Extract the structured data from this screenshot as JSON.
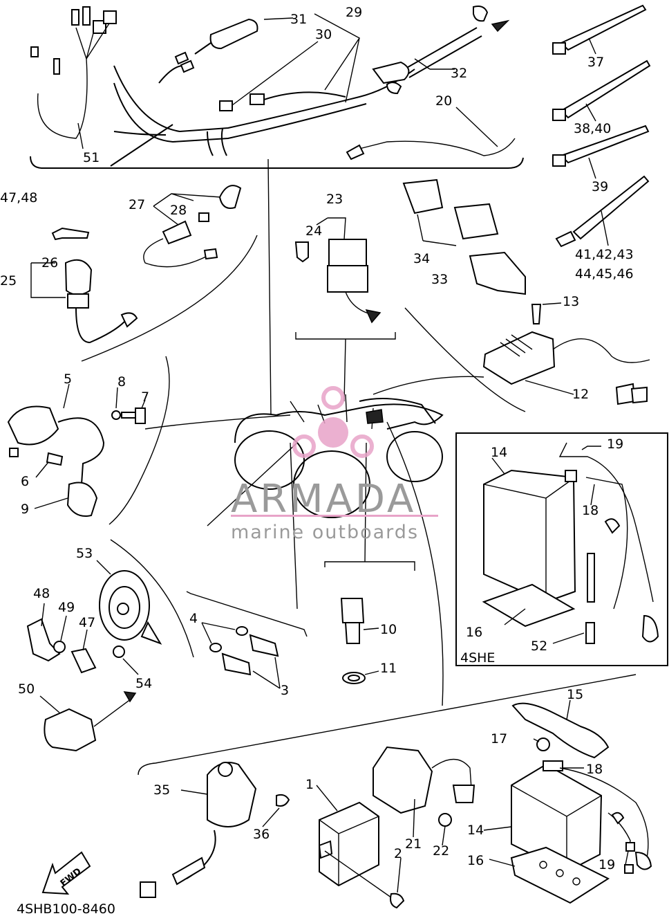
{
  "watermark": {
    "brand": "ARMADA",
    "tagline": "marine outboards",
    "accent": "#e8a3c8"
  },
  "labels": {
    "p1": "1",
    "p2": "2",
    "p3": "3",
    "p4": "4",
    "p5": "5",
    "p6": "6",
    "p7": "7",
    "p8": "8",
    "p9": "9",
    "p10": "10",
    "p11": "11",
    "p12": "12",
    "p13": "13",
    "p14a": "14",
    "p14b": "14",
    "p15": "15",
    "p16a": "16",
    "p16b": "16",
    "p17": "17",
    "p18a": "18",
    "p18b": "18",
    "p19a": "19",
    "p19b": "19",
    "p20": "20",
    "p21": "21",
    "p22": "22",
    "p23": "23",
    "p24": "24",
    "p25": "25",
    "p26": "26",
    "p27": "27",
    "p28": "28",
    "p29": "29",
    "p30": "30",
    "p31": "31",
    "p32": "32",
    "p33": "33",
    "p34": "34",
    "p35": "35",
    "p36": "36",
    "p37": "37",
    "p38": "38,40",
    "p39": "39",
    "p41": "41,42,43",
    "p44": "44,45,46",
    "p47a": "47,48",
    "p47b": "47",
    "p48": "48",
    "p49": "49",
    "p50": "50",
    "p51": "51",
    "p52": "52",
    "p53": "53",
    "p54": "54"
  },
  "inset_label": "4SHE",
  "fwd_label": "FWD",
  "diagram_code": "4SHB100-8460",
  "icons": [
    "yamaha-logo-icon",
    "fwd-arrow-icon"
  ]
}
